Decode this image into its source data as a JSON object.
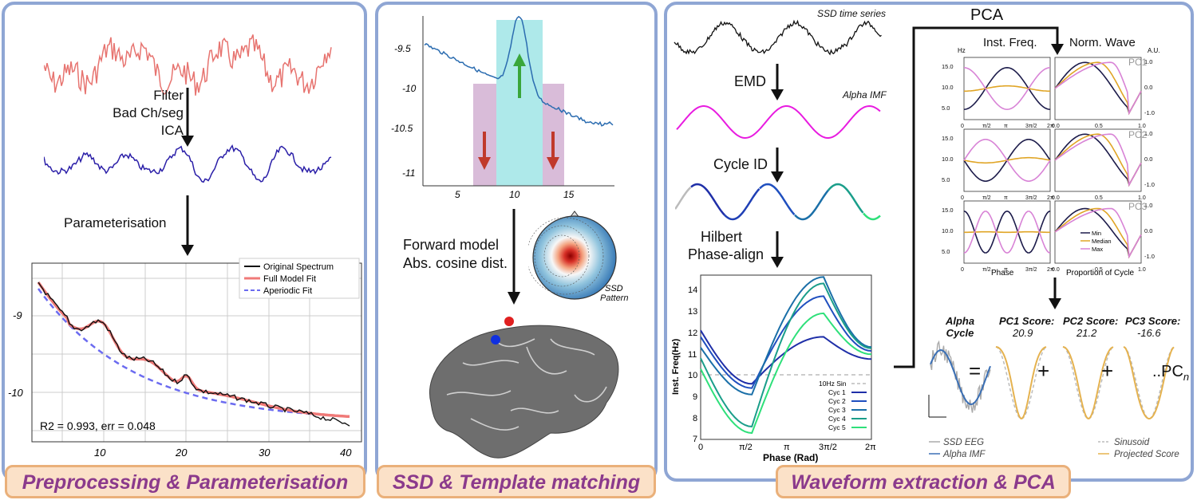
{
  "panels": {
    "p1_title": "Preprocessing & Parameterisation",
    "p2_title": "SSD & Template matching",
    "p3_title": "Waveform extraction & PCA"
  },
  "p1": {
    "step1_line1": "Filter",
    "step1_line2": "Bad Ch/seg",
    "step1_line3": "ICA",
    "step2": "Parameterisation",
    "legend": [
      "Original Spectrum",
      "Full Model Fit",
      "Aperiodic Fit"
    ],
    "stat": "R2 = 0.993, err = 0.048",
    "yticks": [
      "-9",
      "-10"
    ],
    "xticks": [
      "10",
      "20",
      "30",
      "40"
    ]
  },
  "p2": {
    "yticks": [
      "-9.5",
      "-10",
      "-10.5",
      "-11"
    ],
    "xticks": [
      "5",
      "10",
      "15"
    ],
    "step1_line1": "Forward model",
    "step1_line2": "Abs. cosine dist.",
    "topo_line1": "SSD",
    "topo_line2": "Pattern"
  },
  "p3": {
    "ts_label": "SSD time series",
    "emd": "EMD",
    "imf_label": "Alpha IMF",
    "cycle_id": "Cycle ID",
    "hilbert_line1": "Hilbert",
    "hilbert_line2": "Phase-align",
    "ylabel": "Inst. Freq(Hz)",
    "xlabel": "Phase (Rad)",
    "yticks": [
      "14",
      "13",
      "12",
      "11",
      "10",
      "9",
      "8",
      "7"
    ],
    "xticks": [
      "0",
      "π/2",
      "π",
      "3π/2",
      "2π"
    ],
    "legend": [
      "10Hz Sin",
      "Cyc 1",
      "Cyc 2",
      "Cyc 3",
      "Cyc 4",
      "Cyc 5"
    ],
    "pca": "PCA",
    "col1": "Inst. Freq.",
    "col2": "Norm. Wave",
    "hz": "Hz",
    "au": "A.U.",
    "pcs": [
      "PC1",
      "PC2",
      "PC3"
    ],
    "left_yticks": [
      "15.0",
      "10.0",
      "5.0"
    ],
    "right_yticks": [
      "1.0",
      "0.0",
      "-1.0"
    ],
    "left_xticks": [
      "0",
      "π/2",
      "π",
      "3π/2",
      "2π"
    ],
    "right_xticks": [
      "0.0",
      "0.5",
      "1.0"
    ],
    "left_xlabel": "Phase",
    "right_xlabel": "Proportion of Cycle",
    "small_legend": [
      "Min",
      "Median",
      "Max"
    ],
    "alpha_cycle_line1": "Alpha",
    "alpha_cycle_line2": "Cycle",
    "score1_label": "PC1 Score:",
    "score1_val": "20.9",
    "score2_label": "PC2 Score:",
    "score2_val": "21.2",
    "score3_label": "PC3 Score:",
    "score3_val": "-16.6",
    "equals": "=",
    "plus": "+",
    "pcn": "..PC",
    "pcn_sub": "n",
    "bottom_legend_left": [
      "SSD EEG",
      "Alpha IMF"
    ],
    "bottom_legend_right": [
      "Sinusoid",
      "Projected Score"
    ]
  },
  "colors": {
    "panel_border": "#8fa6d4",
    "title_bg": "#fbe1c8",
    "title_border": "#eab07a",
    "title_text": "#8b3a8c",
    "raw_signal": "#e77470",
    "clean_signal": "#2b1fa8",
    "full_fit": "#f07a78",
    "aperiodic": "#6b6bf0",
    "ssd_spectrum": "#2b6cb0",
    "alpha_band": "#aee9ea",
    "flank_band": "#d9bcd9",
    "imf_magenta": "#e81be0",
    "pc_min": "#1c1b4a",
    "pc_median": "#e0a526",
    "pc_max": "#d883d6",
    "projected": "#e5b24f"
  }
}
